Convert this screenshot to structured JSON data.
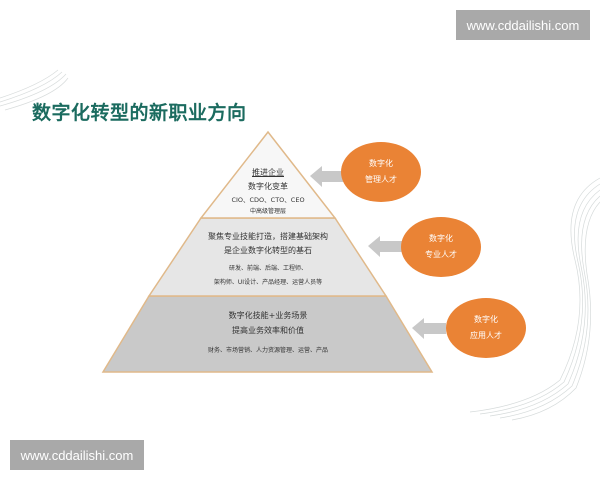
{
  "watermark": {
    "top": "www.cddailishi.com",
    "bottom": "www.cddailishi.com"
  },
  "title": "数字化转型的新职业方向",
  "colors": {
    "title": "#1b6b5f",
    "bubble": "#ea8335",
    "arrow": "#c8c8c8",
    "pyramid_edge": "#e0b98a",
    "layer_top": "#f7f7f7",
    "layer_middle": "#e6e6e6",
    "layer_bottom": "#c9c9c9"
  },
  "pyramid": {
    "layers": [
      {
        "line1": "推进企业",
        "line2": "数字化变革",
        "line3": "CIO、CDO、CTO、CEO",
        "line4": "中高级管理层"
      },
      {
        "line1": "聚焦专业技能打造，搭建基础架构",
        "line2": "是企业数字化转型的基石",
        "line3": "研发、前端、后端、工程师、",
        "line4": "架构师、UI设计、产品经理、运营人员等"
      },
      {
        "line1": "数字化技能+业务场景",
        "line2": "提高业务效率和价值",
        "line3": "财务、市场营销、人力资源管理、运营、产品"
      }
    ]
  },
  "bubbles": [
    {
      "line1": "数字化",
      "line2": "管理人才"
    },
    {
      "line1": "数字化",
      "line2": "专业人才"
    },
    {
      "line1": "数字化",
      "line2": "应用人才"
    }
  ]
}
